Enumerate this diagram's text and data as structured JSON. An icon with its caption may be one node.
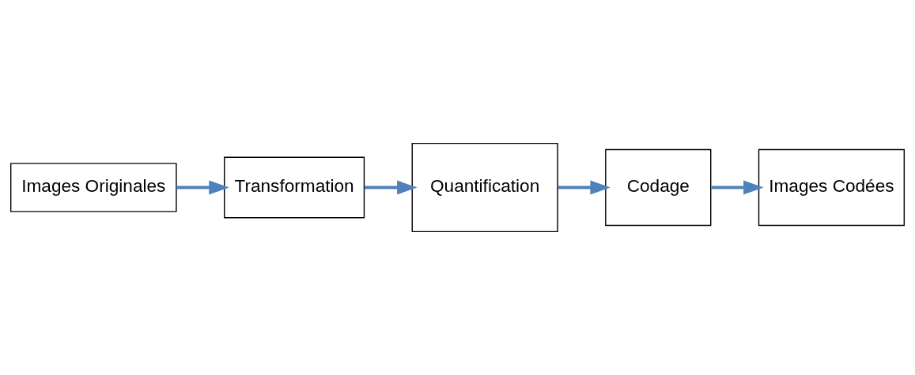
{
  "diagram": {
    "nodes": [
      {
        "text": [
          "Images Originales"
        ]
      },
      {
        "text": [
          "Transformation"
        ]
      },
      {
        "text": [
          "Quantification"
        ]
      },
      {
        "text": [
          "Codage"
        ]
      },
      {
        "text": [
          "Images Codées"
        ]
      }
    ],
    "edges": [
      {
        "from": 0,
        "to": 1,
        "arrow": "to"
      },
      {
        "from": 1,
        "to": 2,
        "arrow": "to"
      },
      {
        "from": 2,
        "to": 3,
        "arrow": "to"
      },
      {
        "from": 3,
        "to": 4,
        "arrow": "to"
      }
    ]
  }
}
